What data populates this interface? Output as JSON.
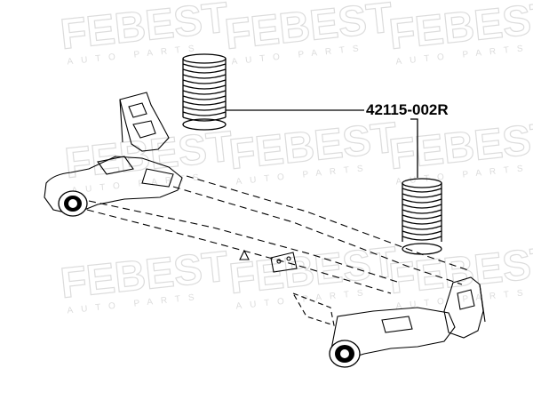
{
  "watermark": {
    "brand": "FEBEST",
    "tagline": "AUTO PARTS",
    "color": "#dcdcdc"
  },
  "callout": {
    "part_number": "42115-002R"
  },
  "colors": {
    "line": "#000000",
    "background": "#ffffff"
  }
}
